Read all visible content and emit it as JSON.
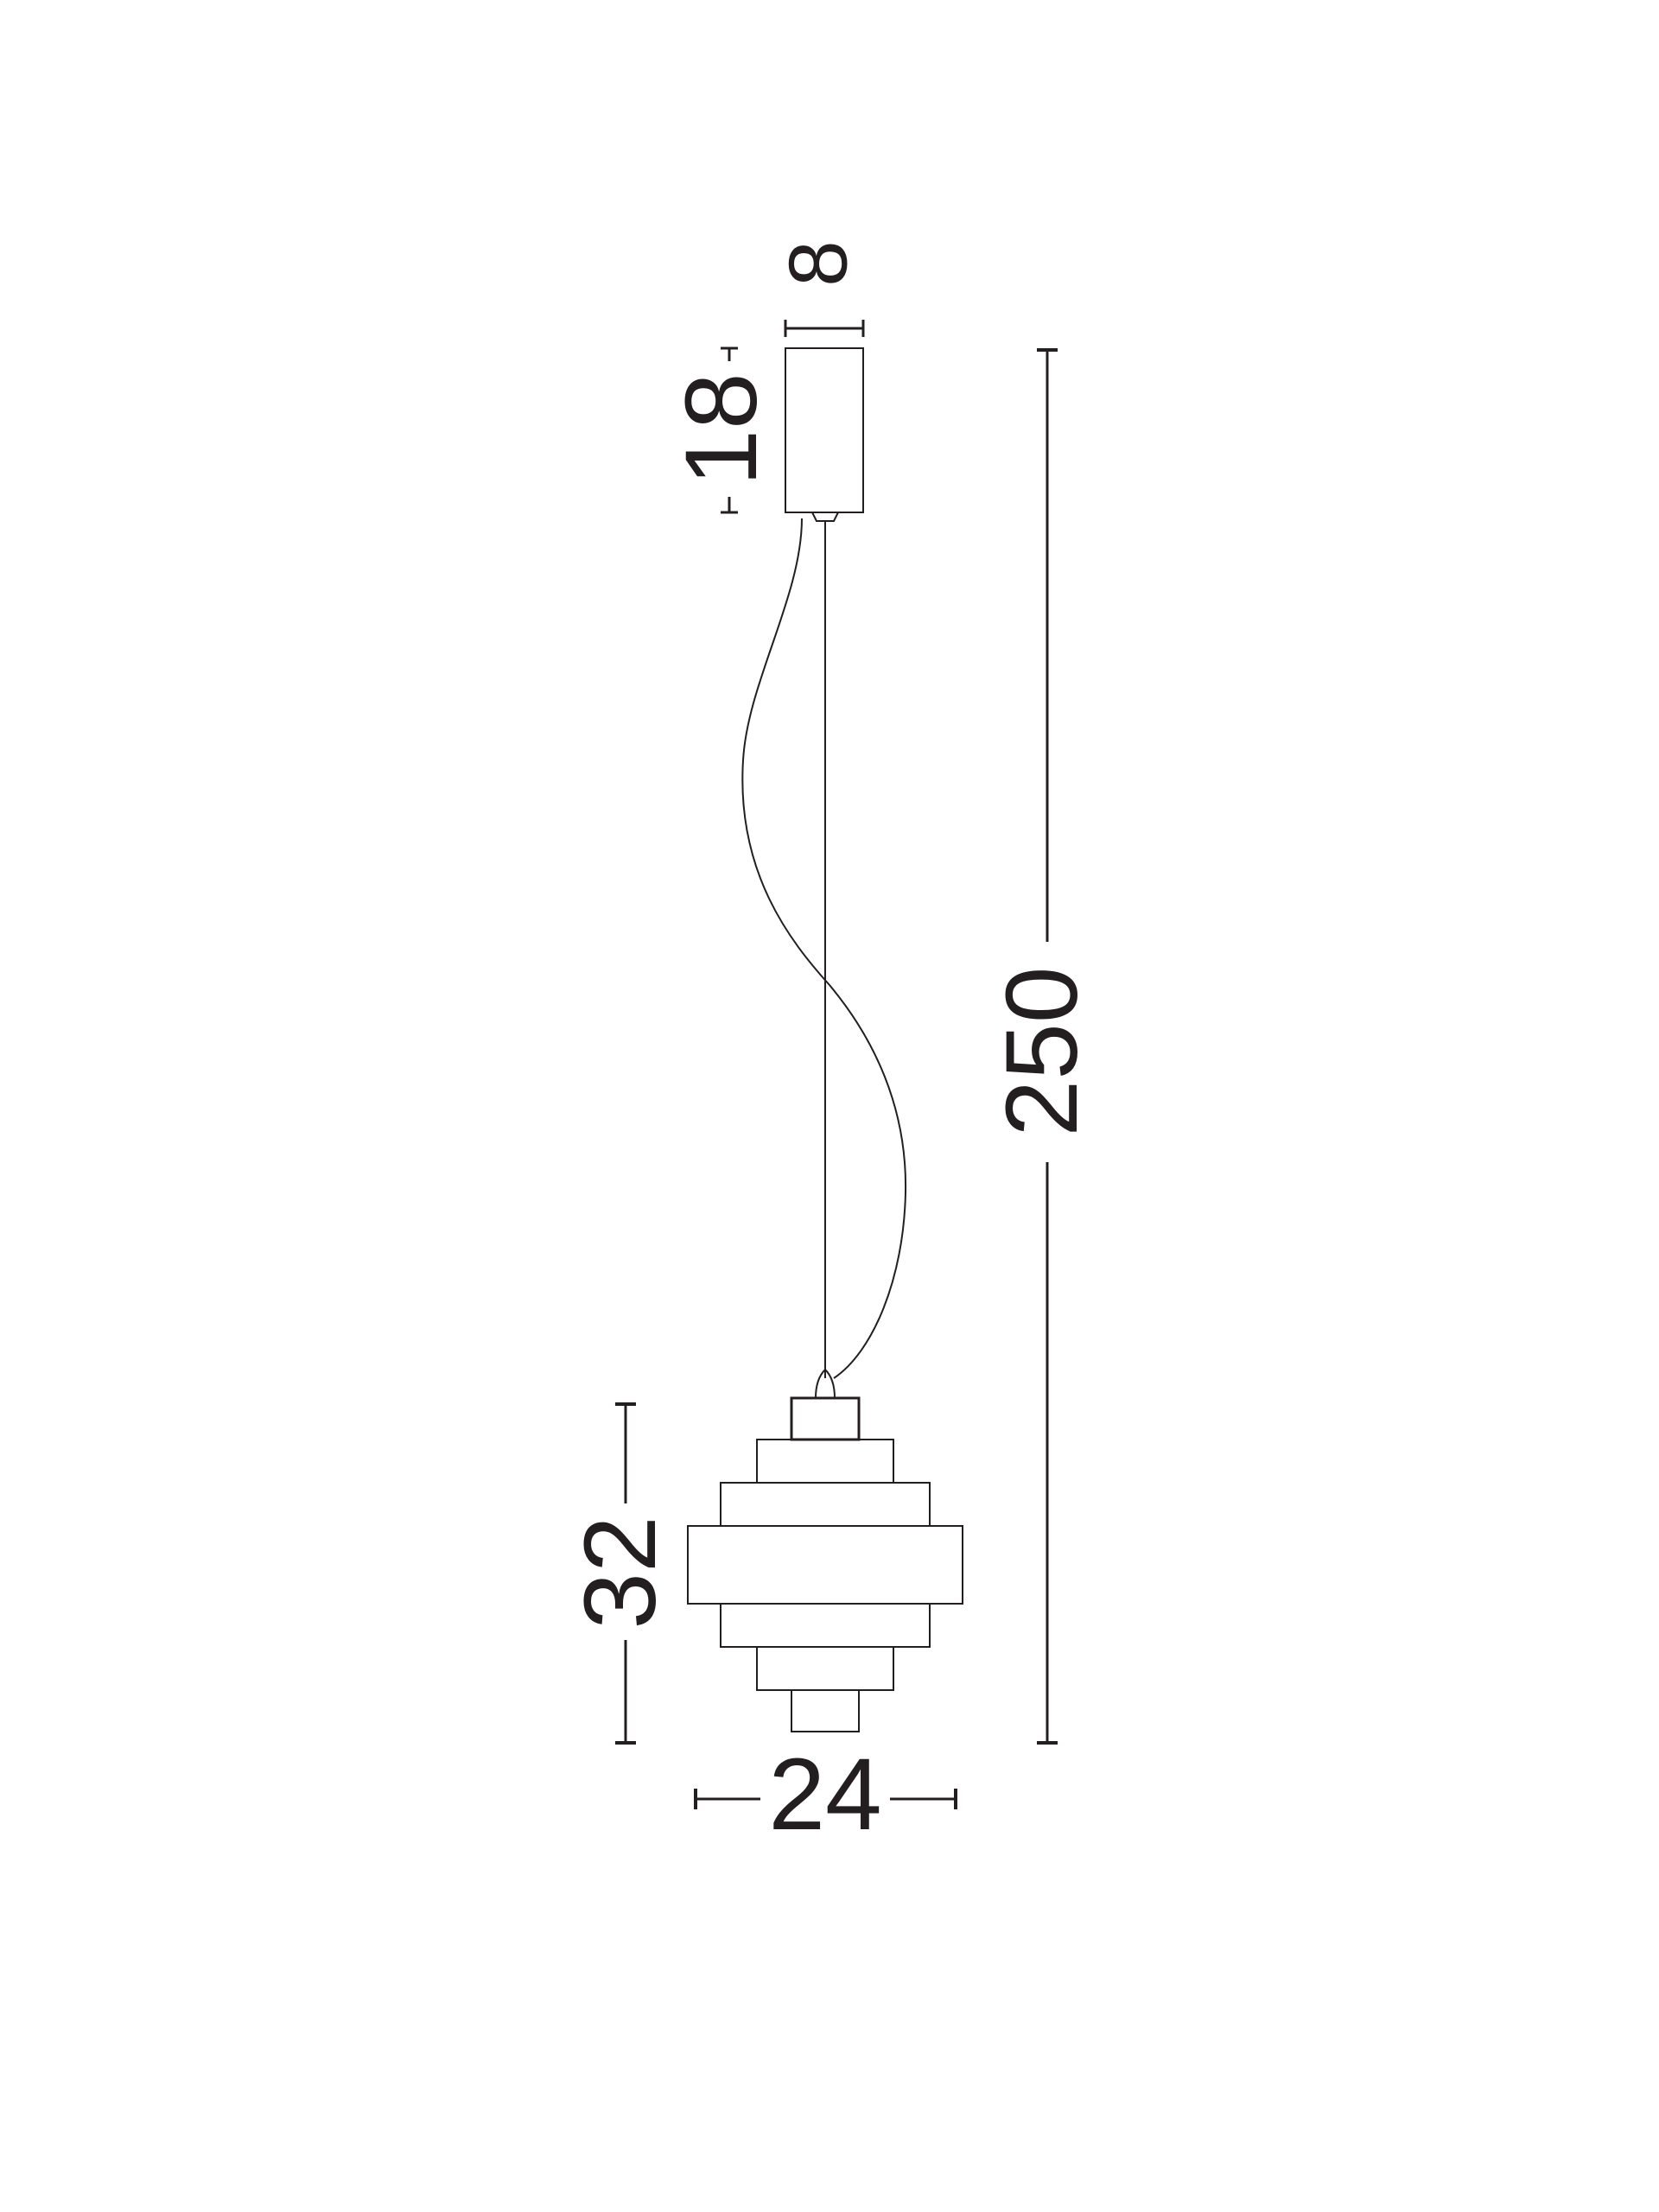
{
  "colors": {
    "background": "#ffffff",
    "line": "#231f20",
    "text": "#231f20"
  },
  "dimensions": {
    "canopy_width": "8",
    "canopy_height": "18",
    "total_height": "250",
    "shade_height": "32",
    "shade_width": "24"
  }
}
